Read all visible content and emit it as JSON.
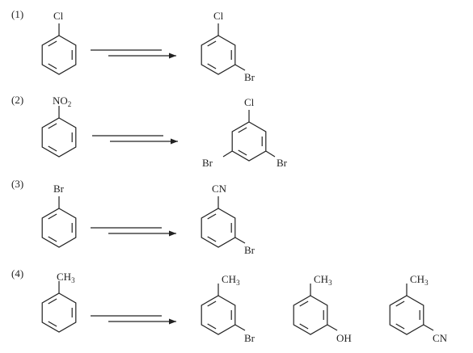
{
  "colors": {
    "ink": "#222222",
    "background": "#ffffff"
  },
  "rows": [
    {
      "number": "(1)",
      "reactant": {
        "substituent": "Cl"
      },
      "arrow": "multi-step",
      "products": [
        {
          "top": "Cl",
          "meta_right": "Br"
        }
      ]
    },
    {
      "number": "(2)",
      "reactant": {
        "substituent": "NO",
        "substituent_sub": "2"
      },
      "arrow": "multi-step",
      "products": [
        {
          "top": "Cl",
          "meta_left": "Br",
          "meta_right": "Br"
        }
      ]
    },
    {
      "number": "(3)",
      "reactant": {
        "substituent": "Br"
      },
      "arrow": "multi-step",
      "products": [
        {
          "top": "CN",
          "meta_right": "Br"
        }
      ]
    },
    {
      "number": "(4)",
      "reactant": {
        "substituent": "CH",
        "substituent_sub": "3"
      },
      "arrow": "multi-step",
      "products": [
        {
          "top": "CH",
          "top_sub": "3",
          "meta_right": "Br"
        },
        {
          "top": "CH",
          "top_sub": "3",
          "meta_right": "OH"
        },
        {
          "top": "CH",
          "top_sub": "3",
          "meta_right": "CN"
        }
      ]
    }
  ]
}
